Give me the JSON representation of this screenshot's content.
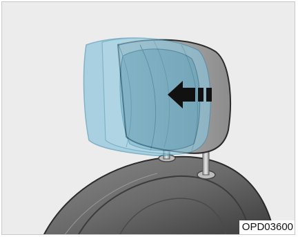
{
  "figure": {
    "code": "OPD03600",
    "subject": "headrest-and-seat-back",
    "arrow_direction": "forward",
    "colors": {
      "background": "#ececec",
      "seat": "#6c6c6c",
      "headrest": "#a9a9a9",
      "ghost_headrest": "#7fc0da",
      "arrow": "#111111"
    }
  }
}
